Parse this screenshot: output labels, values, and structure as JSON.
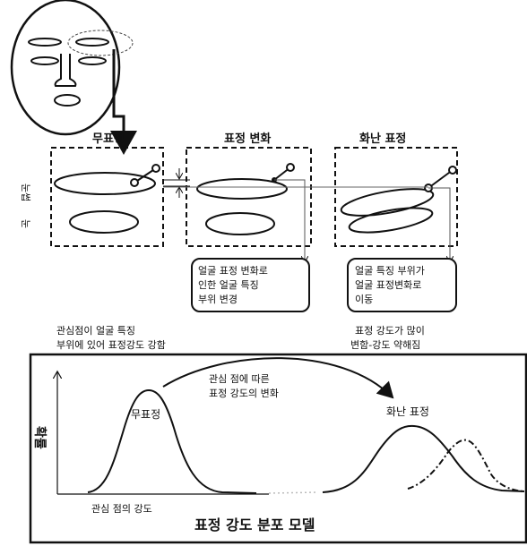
{
  "panels": {
    "neutral": "무표정",
    "change": "표정 변화",
    "angry": "화난 표정"
  },
  "side_labels": {
    "eye": "눈썹",
    "mouth": "눈"
  },
  "callouts": {
    "left": [
      "얼굴 표정 변화로",
      "인한 얼굴 특징",
      "부위 변경"
    ],
    "right": [
      "얼굴 특징 부위가",
      "얼굴 표정변화로",
      "이동"
    ]
  },
  "notes": {
    "left": [
      "관심점이 얼굴 특징",
      "부위에 있어 표정강도 강함"
    ],
    "right": [
      "표정 강도가 많이",
      "변함-강도 약해짐"
    ]
  },
  "graph": {
    "arrow_label": [
      "관심 점에 따른",
      "표정 강도의 변화"
    ],
    "peak_left": "무표정",
    "peak_right": "화난 표정",
    "y_label": "확률",
    "x_label": "관심 점의 강도",
    "title": "표정 강도 분포 모델"
  }
}
